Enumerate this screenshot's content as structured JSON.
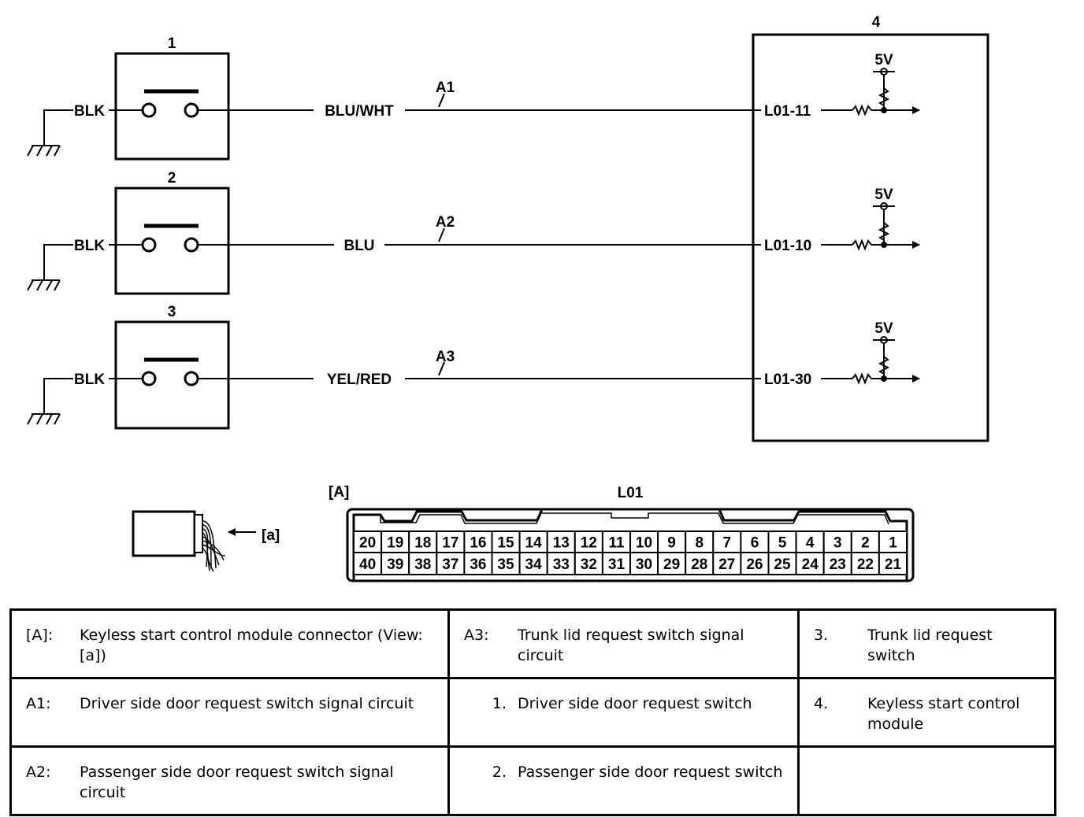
{
  "components": {
    "c1": "1",
    "c2": "2",
    "c3": "3",
    "c4": "4"
  },
  "circuits": [
    {
      "ground_wire": "BLK",
      "signal_wire": "BLU/WHT",
      "circuit_id": "A1",
      "terminal": "L01-11",
      "supply": "5V"
    },
    {
      "ground_wire": "BLK",
      "signal_wire": "BLU",
      "circuit_id": "A2",
      "terminal": "L01-10",
      "supply": "5V"
    },
    {
      "ground_wire": "BLK",
      "signal_wire": "YEL/RED",
      "circuit_id": "A3",
      "terminal": "L01-30",
      "supply": "5V"
    }
  ],
  "connector": {
    "view_label": "[A]",
    "name": "L01",
    "view_arrow_label": "[a]",
    "top_row": [
      "20",
      "19",
      "18",
      "17",
      "16",
      "15",
      "14",
      "13",
      "12",
      "11",
      "10",
      "9",
      "8",
      "7",
      "6",
      "5",
      "4",
      "3",
      "2",
      "1"
    ],
    "bottom_row": [
      "40",
      "39",
      "38",
      "37",
      "36",
      "35",
      "34",
      "33",
      "32",
      "31",
      "30",
      "29",
      "28",
      "27",
      "26",
      "25",
      "24",
      "23",
      "22",
      "21"
    ]
  },
  "legend": [
    [
      {
        "code": "[A]:",
        "text": "Keyless start control module connector (View: [a])"
      },
      {
        "code": "A3:",
        "text": "Trunk lid request switch signal circuit"
      },
      {
        "code": "3.",
        "text": "Trunk lid request switch"
      }
    ],
    [
      {
        "code": "A1:",
        "text": "Driver side door request switch signal circuit"
      },
      {
        "code": "1.",
        "text": "Driver side door request switch"
      },
      {
        "code": "4.",
        "text": "Keyless start control module"
      }
    ],
    [
      {
        "code": "A2:",
        "text": "Passenger side door request switch signal circuit"
      },
      {
        "code": "2.",
        "text": "Passenger side door request switch"
      },
      {
        "code": "",
        "text": ""
      }
    ]
  ]
}
